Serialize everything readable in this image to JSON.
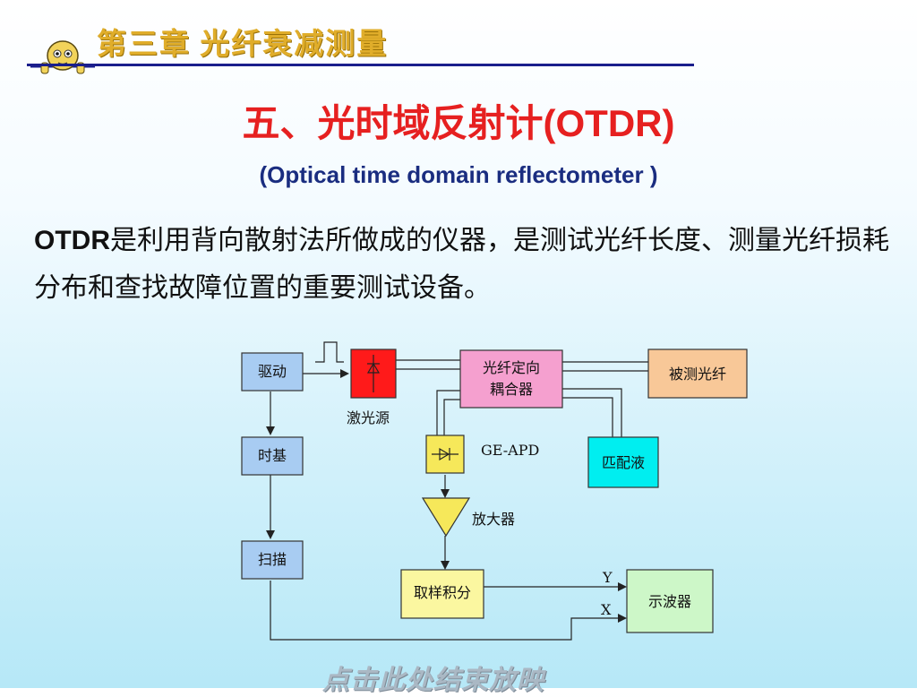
{
  "header": {
    "chapter_title": "第三章  光纤衰减测量"
  },
  "slide": {
    "title": "五、光时域反射计(OTDR)",
    "subtitle": "(Optical time domain reflectometer )",
    "body_lead": "OTDR",
    "body_text": "是利用背向散射法所做成的仪器，是测试光纤长度、测量光纤损耗分布和查找故障位置的重要测试设备。"
  },
  "diagram": {
    "drive": "驱动",
    "timebase": "时基",
    "scan": "扫描",
    "laser_label": "激光源",
    "coupler_line1": "光纤定向",
    "coupler_line2": "耦合器",
    "fiber_under_test": "被测光纤",
    "apd_label": "GE-APD",
    "matching_fluid": "匹配液",
    "amplifier": "放大器",
    "sampler": "取样积分",
    "oscilloscope": "示波器",
    "y_label": "Y",
    "x_label": "X",
    "colors": {
      "blue_box": "#a8ccf2",
      "laser": "#ff1a1a",
      "pink_box": "#f5a0cf",
      "orange_box": "#f8c898",
      "cyan_box": "#00eef0",
      "yellow_box": "#fbf7a0",
      "green_box": "#cdf7c8",
      "triangle": "#f6e85a"
    }
  },
  "footer": {
    "link_text": "点击此处结束放映"
  }
}
